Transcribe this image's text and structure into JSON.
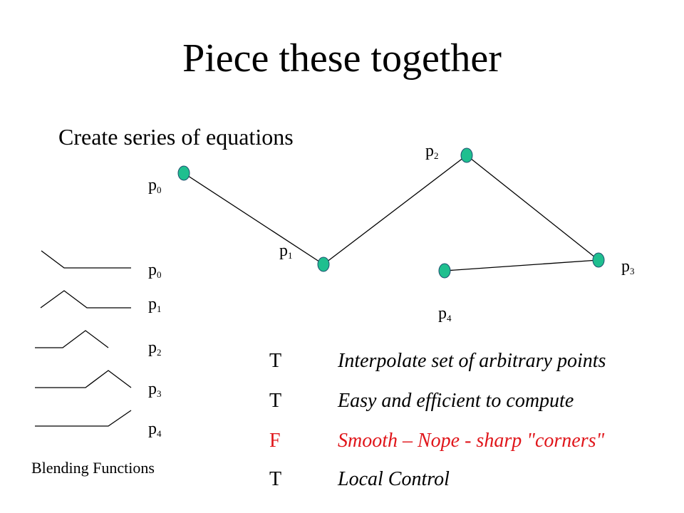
{
  "slide": {
    "title": "Piece these together",
    "subtitle": "Create series of equations"
  },
  "diagram": {
    "points": [
      {
        "base": "p",
        "index": "0"
      },
      {
        "base": "p",
        "index": "1"
      },
      {
        "base": "p",
        "index": "2"
      },
      {
        "base": "p",
        "index": "3"
      },
      {
        "base": "p",
        "index": "4"
      }
    ],
    "edges": [
      [
        "p0",
        "p1"
      ],
      [
        "p1",
        "p2"
      ],
      [
        "p2",
        "p3"
      ],
      [
        "p3",
        "p4"
      ]
    ],
    "point_color": "#1fbf8f",
    "point_stroke": "#1f4f6f"
  },
  "blending": {
    "labels": [
      {
        "base": "p",
        "index": "0"
      },
      {
        "base": "p",
        "index": "1"
      },
      {
        "base": "p",
        "index": "2"
      },
      {
        "base": "p",
        "index": "3"
      },
      {
        "base": "p",
        "index": "4"
      }
    ],
    "caption": "Blending Functions"
  },
  "properties": [
    {
      "flag": "T",
      "text": "Interpolate set of arbitrary points",
      "color": "#000000"
    },
    {
      "flag": "T",
      "text": "Easy and efficient to compute",
      "color": "#000000"
    },
    {
      "flag": "F",
      "text": "Smooth – Nope - sharp \"corners\"",
      "color": "#e0161b"
    },
    {
      "flag": "T",
      "text": "Local Control",
      "color": "#000000"
    }
  ]
}
